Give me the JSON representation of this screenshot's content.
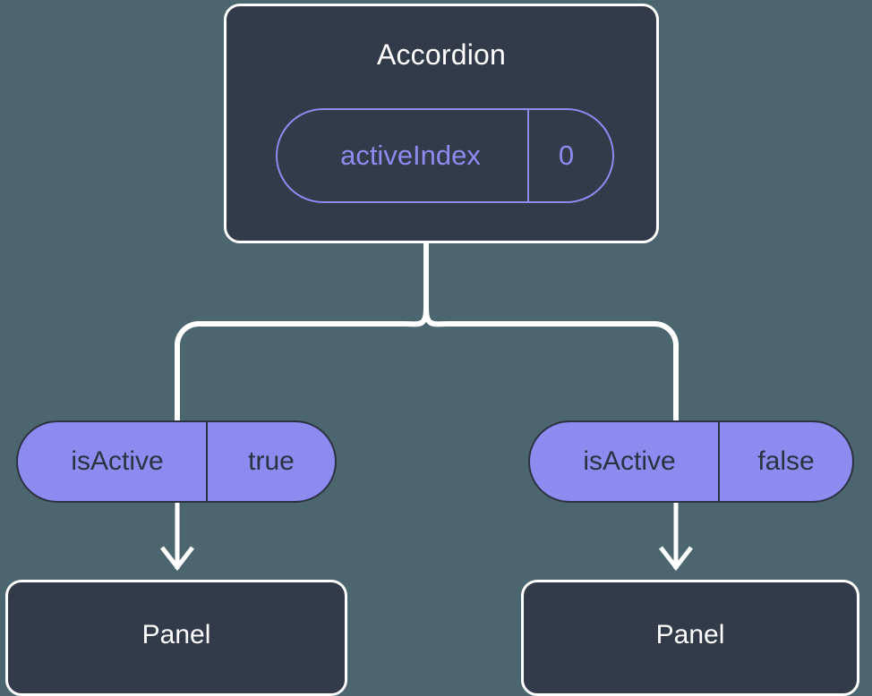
{
  "diagram": {
    "type": "component-tree",
    "background_color": "#4c6670",
    "root": {
      "title": "Accordion",
      "prop": {
        "key": "activeIndex",
        "value": "0"
      }
    },
    "branches": [
      {
        "prop": {
          "key": "isActive",
          "value": "true"
        },
        "child": {
          "title": "Panel"
        }
      },
      {
        "prop": {
          "key": "isActive",
          "value": "false"
        },
        "child": {
          "title": "Panel"
        }
      }
    ]
  },
  "colors": {
    "background": "#4c6670",
    "card_fill": "#333a49",
    "card_border": "#ffffff",
    "accent_purple": "#8b8bf0",
    "pill_text_dark": "#2c3340",
    "connector": "#ffffff"
  }
}
